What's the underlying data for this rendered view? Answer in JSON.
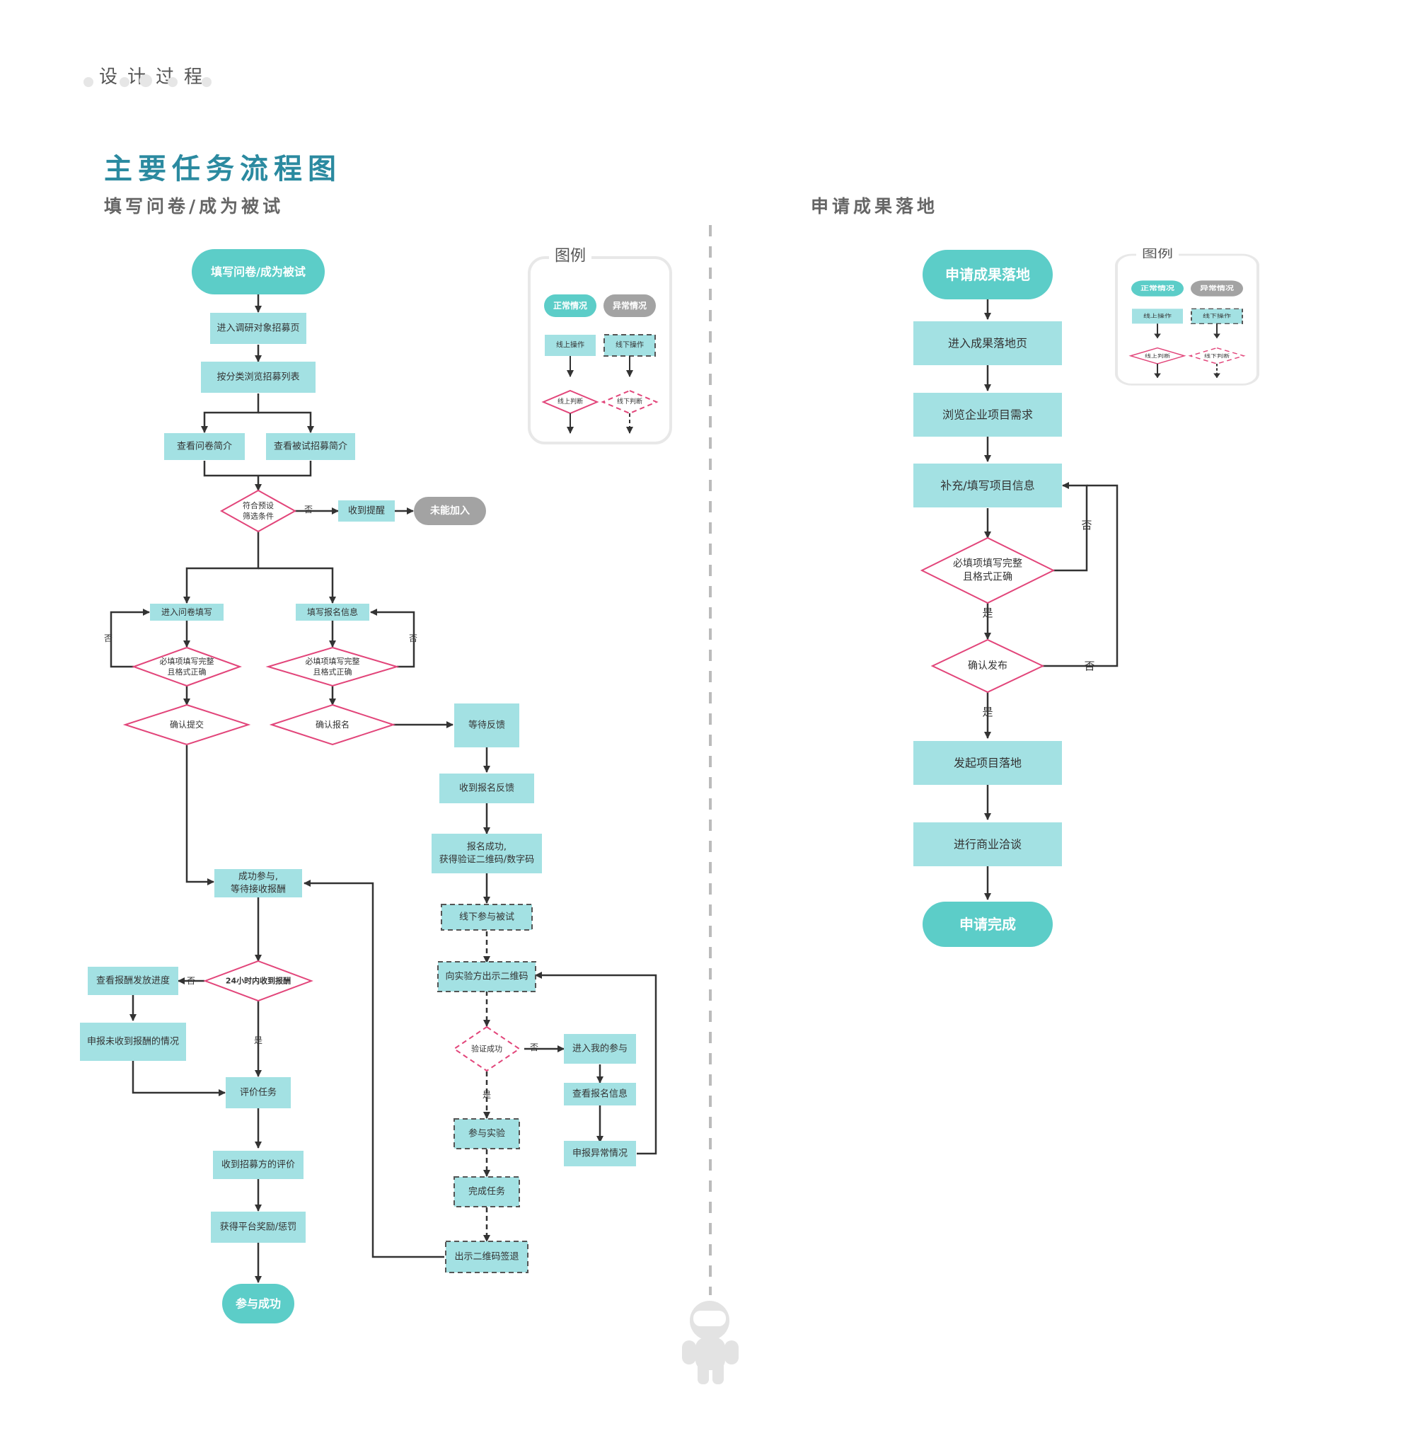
{
  "header": {
    "section_label": "设计过程",
    "main_title": "主要任务流程图",
    "left_subtitle": "填写问卷/成为被试",
    "right_subtitle": "申请成果落地"
  },
  "colors": {
    "teal_terminal": "#5ccdc8",
    "teal_box": "#a3e1e3",
    "gray_terminal": "#a3a3a3",
    "diamond_stroke": "#e2457a",
    "arrow": "#333333",
    "title": "#2b8aa0"
  },
  "legend": {
    "title": "图例",
    "normal": "正常情况",
    "abnormal": "异常情况",
    "online_op": "线上操作",
    "offline_op": "线下操作",
    "online_judge": "线上判断",
    "offline_judge": "线下判断"
  },
  "left_flow": {
    "start": "填写问卷/成为被试",
    "n_enter_page": "进入调研对象招募页",
    "n_browse": "按分类浏览招募列表",
    "n_view_survey": "查看问卷简介",
    "n_view_subject": "查看被试招募简介",
    "d_filter": [
      "符合预设",
      "筛选条件"
    ],
    "n_notice": "收到提醒",
    "end_fail": "未能加入",
    "n_enter_survey": "进入问卷填写",
    "n_fill_info": "填写报名信息",
    "d_required_a": [
      "必填项填写完整",
      "且格式正确"
    ],
    "d_required_b": [
      "必填项填写完整",
      "且格式正确"
    ],
    "d_submit": "确认提交",
    "d_signup": "确认报名",
    "n_wait": "等待反馈",
    "n_receive_fb": "收到报名反馈",
    "n_success_code": [
      "报名成功,",
      "获得验证二维码/数字码"
    ],
    "n_offline": "线下参与被试",
    "n_show_qr": "向实验方出示二维码",
    "d_verify": "验证成功",
    "n_my_part": "进入我的参与",
    "n_view_signup": "查看报名信息",
    "n_report_abn": "申报异常情况",
    "n_join_exp": "参与实验",
    "n_finish": "完成任务",
    "n_checkout": "出示二维码签退",
    "n_joined": [
      "成功参与,",
      "等待接收报酬"
    ],
    "d_24h": "24小时内收到报酬",
    "n_view_reward": "查看报酬发放进度",
    "n_report_missing": "申报未收到报酬的情况",
    "n_evaluate": "评价任务",
    "n_receive_eval": "收到招募方的评价",
    "n_reward": "获得平台奖励/惩罚",
    "end_success": "参与成功",
    "yes": "是",
    "no": "否"
  },
  "right_flow": {
    "start": "申请成果落地",
    "n_enter": "进入成果落地页",
    "n_browse": "浏览企业项目需求",
    "n_fill": "补充/填写项目信息",
    "d_required": [
      "必填项填写完整",
      "且格式正确"
    ],
    "d_confirm": "确认发布",
    "n_launch": "发起项目落地",
    "n_negotiate": "进行商业洽谈",
    "end": "申请完成",
    "yes": "是",
    "no": "否"
  }
}
